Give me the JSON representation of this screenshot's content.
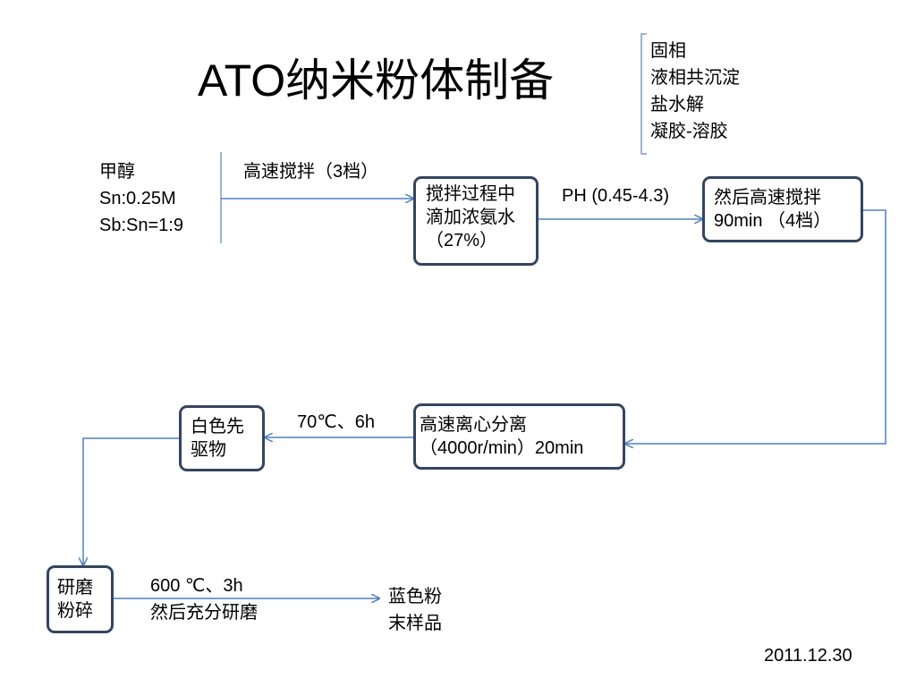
{
  "title": "ATO纳米粉体制备",
  "methods": [
    "固相",
    "液相共沉淀",
    "盐水解",
    "凝胶-溶胶"
  ],
  "inputs": [
    "甲醇",
    "Sn:0.25M",
    "Sb:Sn=1:9"
  ],
  "edge_labels": {
    "e1": "高速搅拌（3档）",
    "e2": "PH (0.45-4.3)",
    "e4": "70℃、6h",
    "e6": [
      "600 ℃、3h",
      "然后充分研磨"
    ]
  },
  "nodes": {
    "n1": [
      "搅拌过程中",
      "滴加浓氨水",
      "（27%）"
    ],
    "n2": [
      "然后高速搅拌",
      "90min （4档）"
    ],
    "n3": [
      "高速离心分离",
      "（4000r/min）20min"
    ],
    "n4": [
      "白色先",
      "驱物"
    ],
    "n5": [
      "研磨",
      "粉碎"
    ]
  },
  "output": [
    "蓝色粉",
    "末样品"
  ],
  "date": "2011.12.30",
  "colors": {
    "line": "#4f81bd",
    "box_border": "#34455f",
    "bracket": "#7f9bbf"
  }
}
